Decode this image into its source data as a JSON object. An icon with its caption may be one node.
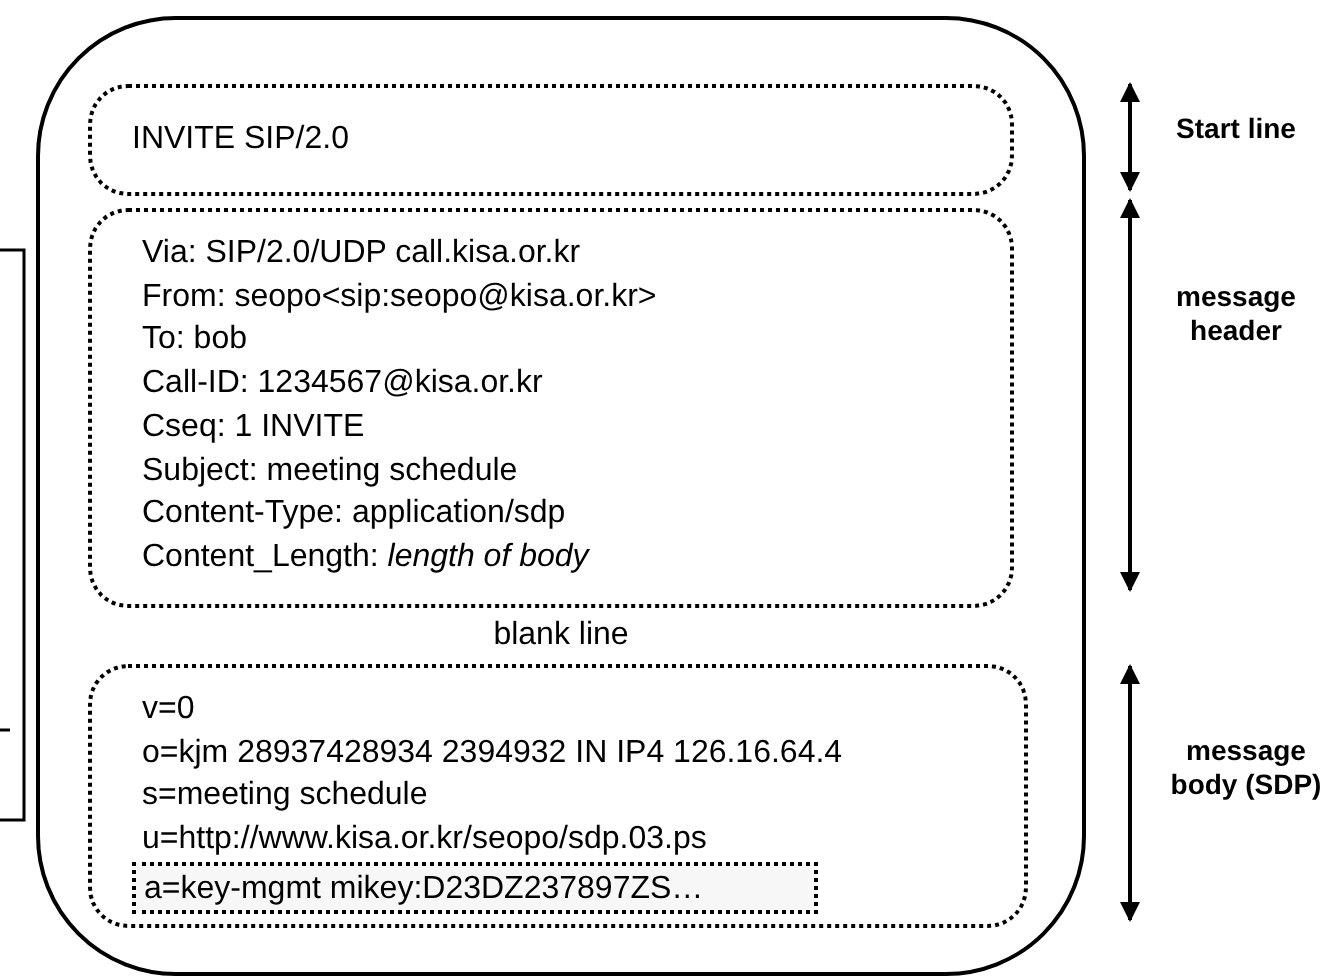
{
  "diagram": {
    "nodes": [
      {
        "text": [
          "blank line"
        ]
      },
      {
        "text": [
          "INVITE SIP/2.0"
        ],
        "in": 0
      },
      {
        "text": [
          "Via: SIP/2.0/UDP call.kisa.or.kr",
          "From: seopo<sip:seopo@kisa.or.kr>",
          "To: bob",
          "Call-ID: 1234567@kisa.or.kr",
          "Cseq: 1 INVITE",
          "Subject: meeting schedule",
          "Content-Type: application/sdp",
          "Content_Length: *length of body*"
        ],
        "in": 0
      },
      {
        "text": [
          "v=0",
          "o=kjm 28937428934 2394932 IN IP4 126.16.64.4",
          "s=meeting schedule",
          "u=http://www.kisa.or.kr/seopo/sdp.03.ps"
        ],
        "in": 0
      },
      {
        "text": [
          "a=key-mgmt mikey:D23DZ237897ZS…"
        ],
        "in": 3
      }
    ],
    "edges": [],
    "labels": [
      "Start line",
      "message header",
      "message body (SDP)"
    ]
  }
}
